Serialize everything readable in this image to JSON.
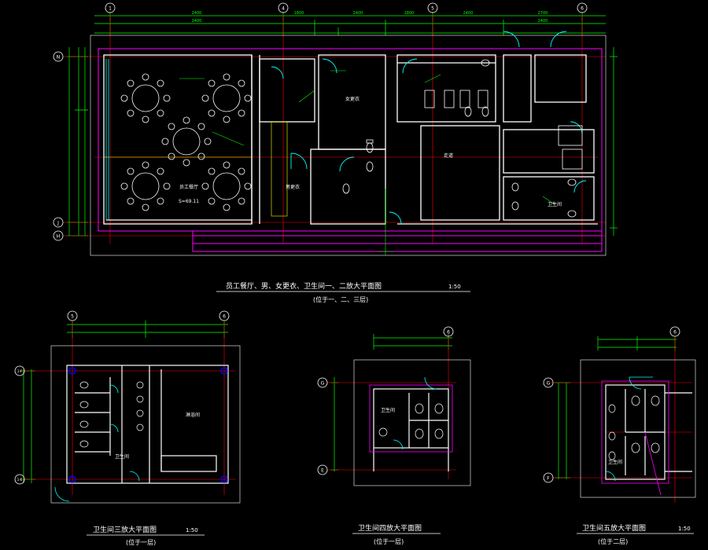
{
  "drawings": {
    "main": {
      "title": "员工餐厅、男、女更衣、卫生间一、二放大平面图",
      "scale": "1:50",
      "subtitle": "(位于一、二、三层)",
      "rooms": [
        "员工餐厅",
        "S=69.11",
        "男更衣",
        "女更衣",
        "卫生间",
        "走道"
      ],
      "grid_top": [
        "1",
        "4",
        "5",
        "6"
      ],
      "grid_left": [
        "N",
        "J",
        "H"
      ],
      "dims_top": [
        "2400",
        "2400",
        "1800",
        "2400",
        "1800",
        "2400",
        "2700",
        "2400"
      ]
    },
    "plan3": {
      "title": "卫生间三放大平面图",
      "scale": "1:50",
      "subtitle": "(位于一层)",
      "rooms": [
        "淋浴间",
        "卫生间"
      ],
      "grid_top": [
        "5",
        "6"
      ],
      "grid_left": [
        "1-F",
        "1-E"
      ]
    },
    "plan4": {
      "title": "卫生间四放大平面图",
      "scale": "",
      "subtitle": "(位于一层)",
      "rooms": [
        "卫生间"
      ],
      "grid_top": [
        "6"
      ],
      "grid_left": [
        "G",
        "E"
      ]
    },
    "plan5": {
      "title": "卫生间五放大平面图",
      "scale": "1:50",
      "subtitle": "(位于二层)",
      "rooms": [
        "卫生间"
      ],
      "grid_top": [
        "6"
      ],
      "grid_left": [
        "G",
        "F"
      ]
    }
  },
  "colors": {
    "wall": "#ffffff",
    "axis": "#ff0000",
    "dimension": "#00ff00",
    "door": "#00ffff",
    "fixture": "#ffffff",
    "magenta": "#ff00ff",
    "yellow": "#ffff00",
    "grid_bubble": "#0000ff"
  }
}
